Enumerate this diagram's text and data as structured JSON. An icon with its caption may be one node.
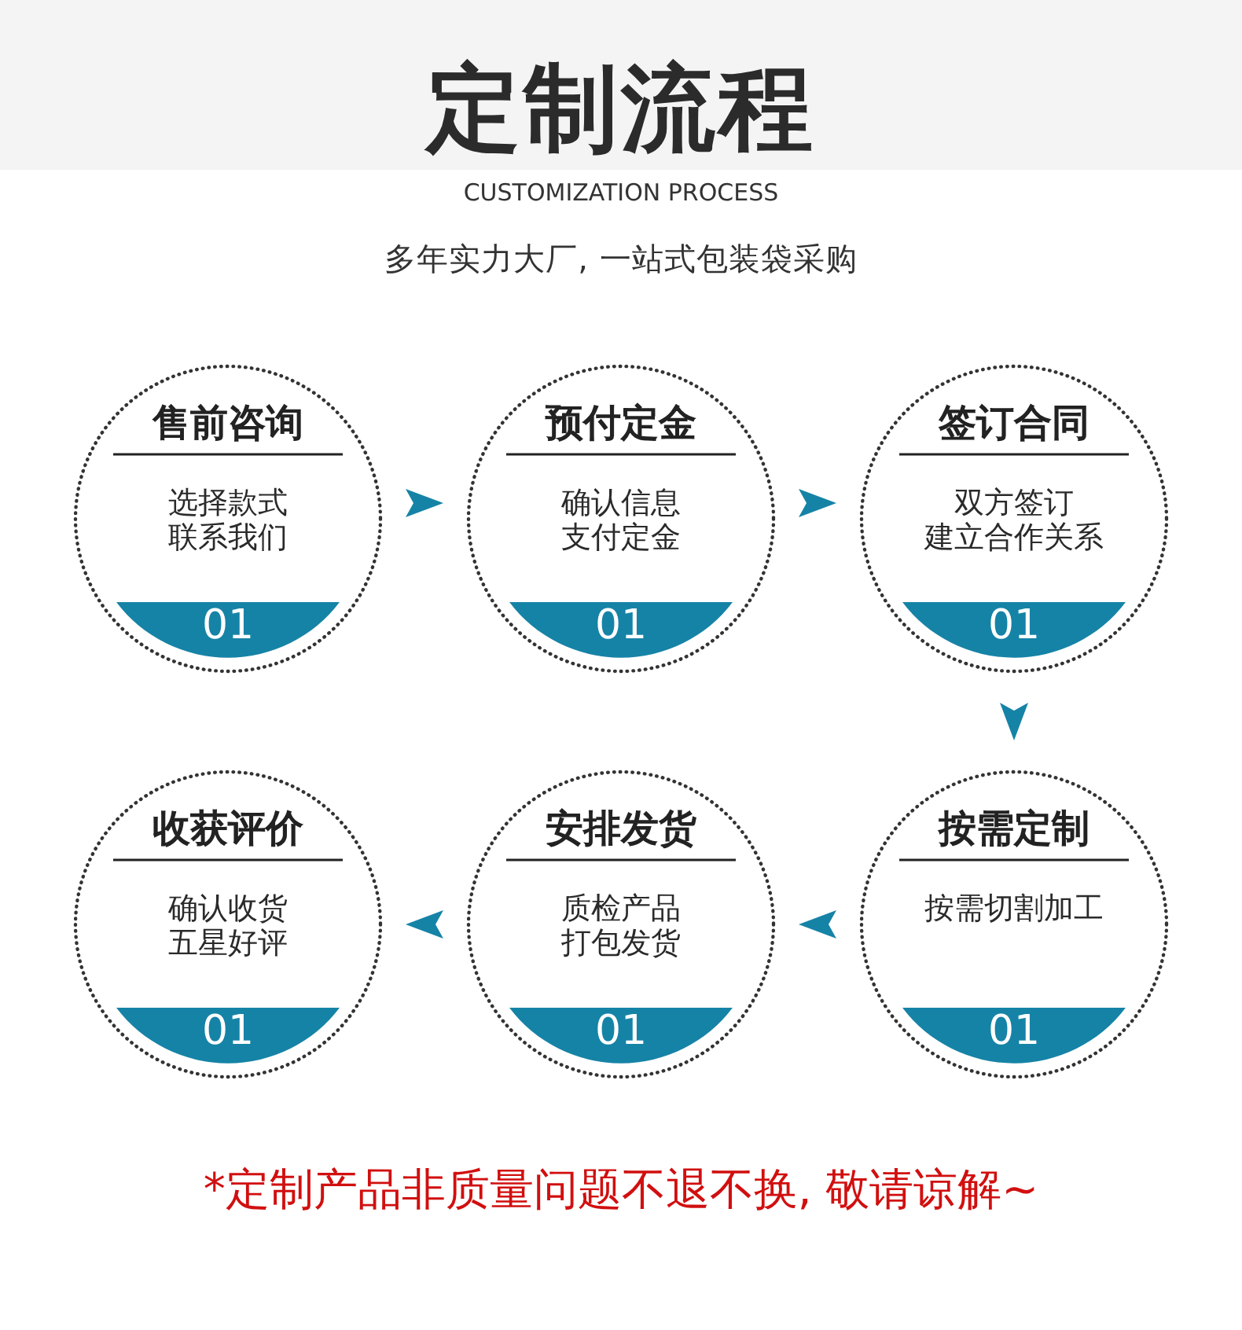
{
  "diagram": {
    "title": "定制流程",
    "nodes": [
      {
        "text": [
          "售前咨询",
          "选择款式",
          "联系我们",
          "01"
        ]
      },
      {
        "text": [
          "预付定金",
          "确认信息",
          "支付定金",
          "01"
        ]
      },
      {
        "text": [
          "签订合同",
          "双方签订",
          "建立合作关系",
          "01"
        ]
      },
      {
        "text": [
          "按需定制",
          "按需切割加工",
          "01"
        ]
      },
      {
        "text": [
          "安排发货",
          "质检产品",
          "打包发货",
          "01"
        ]
      },
      {
        "text": [
          "收获评价",
          "确认收货",
          "五星好评",
          "01"
        ]
      }
    ],
    "edges": [
      {
        "from": 0,
        "to": 1,
        "arrow": "to"
      },
      {
        "from": 1,
        "to": 2,
        "arrow": "to"
      },
      {
        "from": 2,
        "to": 3,
        "arrow": "to"
      },
      {
        "from": 3,
        "to": 4,
        "arrow": "to"
      },
      {
        "from": 4,
        "to": 5,
        "arrow": "to"
      }
    ],
    "labels": [
      "CUSTOMIZATION PROCESS",
      "多年实力大厂, 一站式包装袋采购",
      "*定制产品非质量问题不退不换, 敬请谅解~"
    ]
  }
}
